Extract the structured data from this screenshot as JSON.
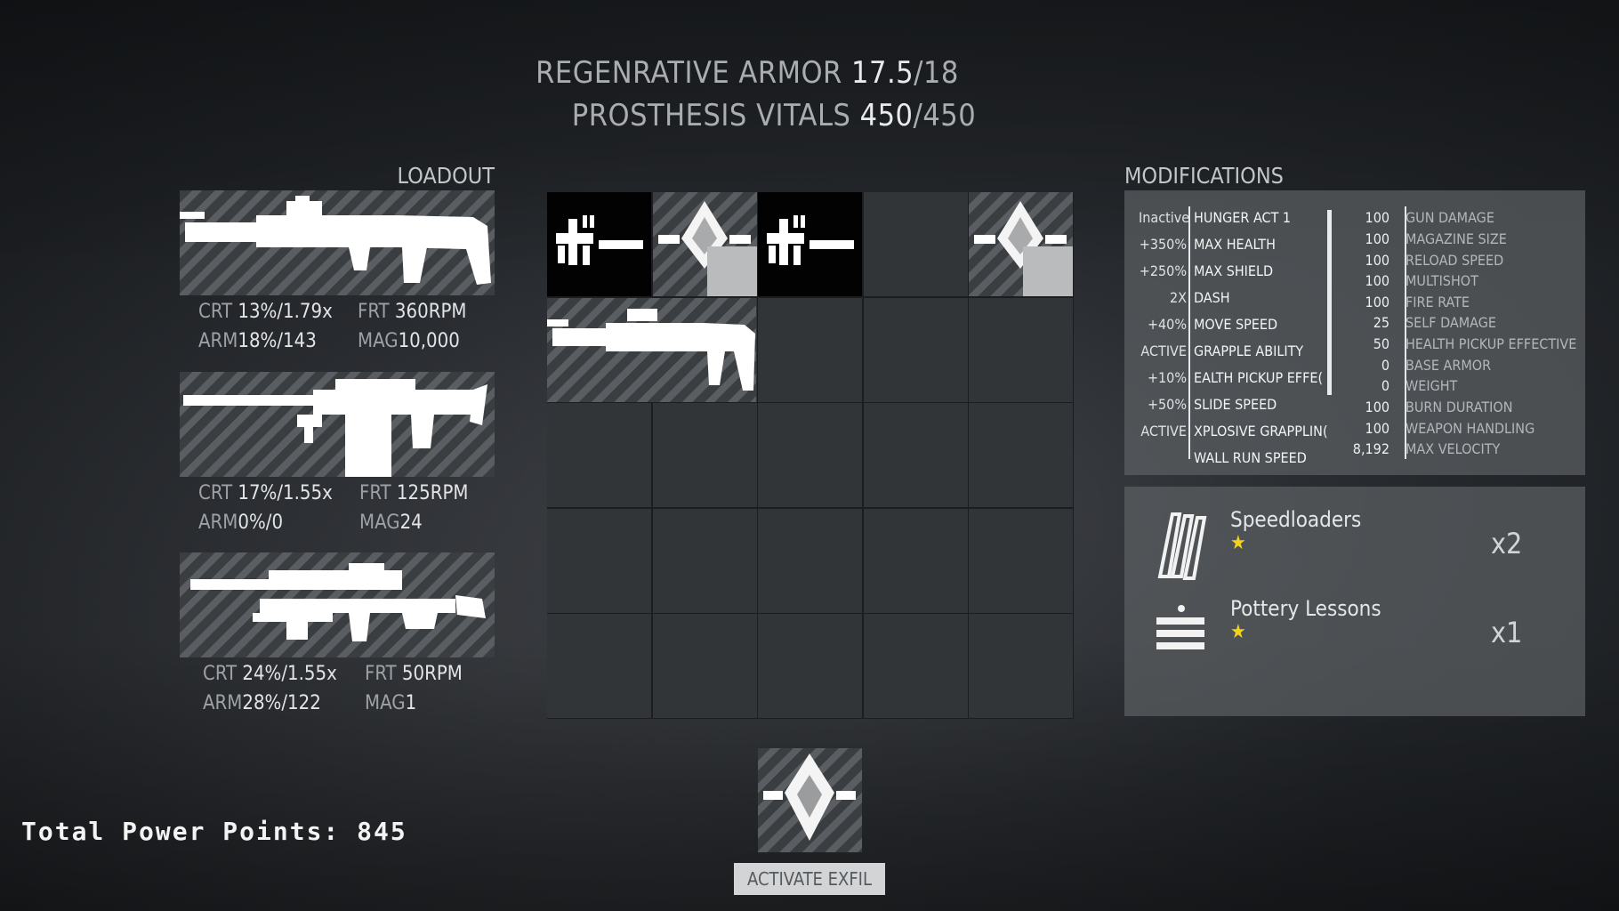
{
  "header": {
    "armor_label": "REGENRATIVE ARMOR",
    "armor_value": "17.5",
    "armor_max": "/18",
    "vitals_label": "PROSTHESIS VITALS",
    "vitals_value": "450",
    "vitals_max": "/450"
  },
  "loadout": {
    "title": "LOADOUT",
    "weapons": [
      {
        "crt_label": "CRT",
        "crt": "13%/1.79x",
        "frt_label": "FRT",
        "frt": "360RPM",
        "arm_label": "ARM",
        "arm": "18%/143",
        "mag_label": "MAG",
        "mag": "10,000"
      },
      {
        "crt_label": "CRT",
        "crt": "17%/1.55x",
        "frt_label": "FRT",
        "frt": "125RPM",
        "arm_label": "ARM",
        "arm": "0%/0",
        "mag_label": "MAG",
        "mag": "24"
      },
      {
        "crt_label": "CRT",
        "crt": "24%/1.55x",
        "frt_label": "FRT",
        "frt": "50RPM",
        "arm_label": "ARM",
        "arm": "28%/122",
        "mag_label": "MAG",
        "mag": "1"
      }
    ]
  },
  "modifications": {
    "title": "MODIFICATIONS",
    "list": [
      {
        "value": "Inactive",
        "name": "HUNGER ACT 1"
      },
      {
        "value": "+350%",
        "name": "MAX HEALTH"
      },
      {
        "value": "+250%",
        "name": "MAX SHIELD"
      },
      {
        "value": "2X",
        "name": "DASH"
      },
      {
        "value": "+40%",
        "name": "MOVE SPEED"
      },
      {
        "value": "ACTIVE",
        "name": "GRAPPLE ABILITY"
      },
      {
        "value": "+10%",
        "name": "EALTH PICKUP EFFE("
      },
      {
        "value": "+50%",
        "name": "SLIDE SPEED"
      },
      {
        "value": "ACTIVE",
        "name": "XPLOSIVE GRAPPLIN("
      },
      {
        "value": "",
        "name": "WALL RUN SPEED"
      }
    ],
    "stats": [
      {
        "value": "100",
        "name": "GUN DAMAGE"
      },
      {
        "value": "100",
        "name": "MAGAZINE SIZE"
      },
      {
        "value": "100",
        "name": "RELOAD SPEED"
      },
      {
        "value": "100",
        "name": "MULTISHOT"
      },
      {
        "value": "100",
        "name": "FIRE RATE"
      },
      {
        "value": "25",
        "name": "SELF DAMAGE"
      },
      {
        "value": "50",
        "name": "HEALTH PICKUP EFFECTIVE"
      },
      {
        "value": "0",
        "name": "BASE ARMOR"
      },
      {
        "value": "0",
        "name": "WEIGHT"
      },
      {
        "value": "100",
        "name": "BURN DURATION"
      },
      {
        "value": "100",
        "name": "WEAPON HANDLING"
      },
      {
        "value": "8,192",
        "name": "MAX VELOCITY"
      }
    ]
  },
  "items": [
    {
      "name": "Speedloaders",
      "count": "x2",
      "stars": "★"
    },
    {
      "name": "Pottery Lessons",
      "count": "x1",
      "stars": "★"
    }
  ],
  "exfil": {
    "button_label": "ACTIVATE EXFIL"
  },
  "power": {
    "label": "Total Power Points:",
    "value": "845"
  },
  "grid": {
    "glyph": "ボー"
  }
}
